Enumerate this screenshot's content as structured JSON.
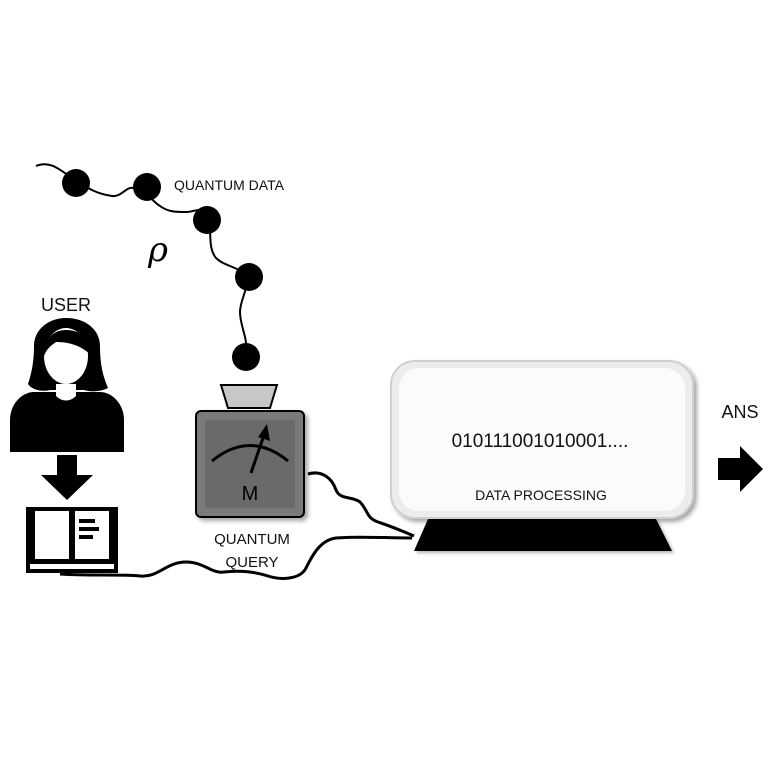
{
  "labels": {
    "quantum_data": "QUANTUM DATA",
    "rho": "ρ",
    "user": "USER",
    "meter_symbol": "M",
    "quantum_query_line1": "QUANTUM",
    "quantum_query_line2": "QUERY",
    "binary_string": "010111001010001....",
    "data_processing": "DATA PROCESSING",
    "answer": "ANS"
  },
  "icons": {
    "user": "user-female-icon",
    "book": "open-book-icon",
    "meter": "measurement-meter-icon",
    "arrow_down": "arrow-down-icon",
    "arrow_right": "arrow-right-icon"
  },
  "colors": {
    "ink": "#000000",
    "meter_face": "#7a7a7a",
    "meter_cap": "#c7c7c7",
    "screen": "#fbfbfb"
  }
}
